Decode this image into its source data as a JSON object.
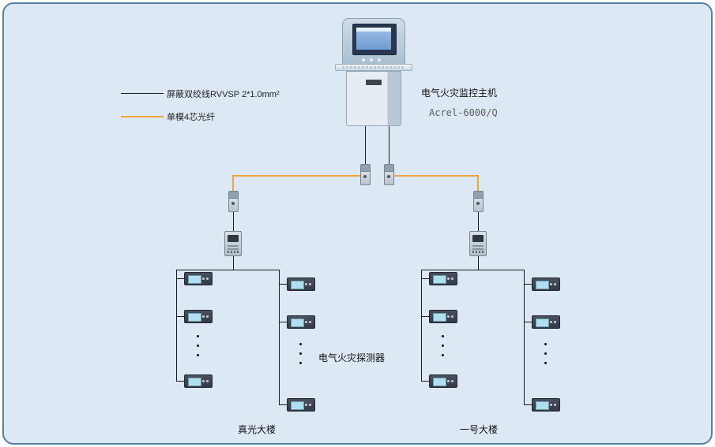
{
  "colors": {
    "background": "#dce9f4",
    "frame_border": "#56809f",
    "wire": "#1a1a1a",
    "fiber": "#f0a43a",
    "detector_screen": "#aee0f2"
  },
  "legend": {
    "items": [
      {
        "name": "shielded-twisted-pair",
        "label": "屏蔽双绞线RVVSP 2*1.0mm²"
      },
      {
        "name": "single-mode-fiber",
        "label": "单模4芯光纤"
      }
    ]
  },
  "host": {
    "label": "电气火灾监控主机",
    "model": "Acrel-6000/Q"
  },
  "annotations": {
    "detectors": "电气火灾探测器"
  },
  "buildings": [
    {
      "name": "真光大楼"
    },
    {
      "name": "一号大楼"
    }
  ]
}
